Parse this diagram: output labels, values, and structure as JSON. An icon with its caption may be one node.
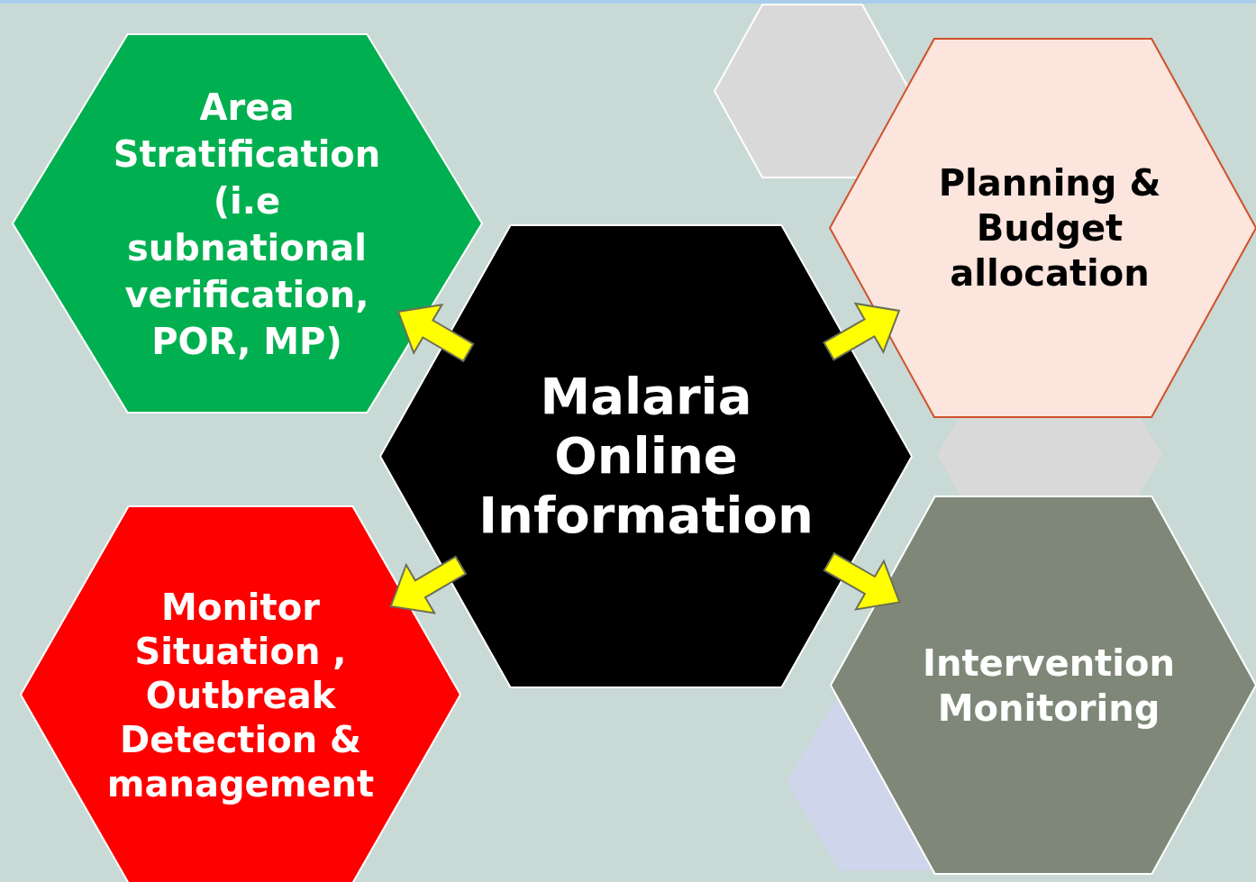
{
  "diagram": {
    "nodes": [
      {
        "text": [
          "Malaria Online Information"
        ]
      },
      {
        "text": [
          "Area Stratification (i.e subnational verification, POR, MP)"
        ]
      },
      {
        "text": [
          "Planning & Budget allocation"
        ]
      },
      {
        "text": [
          "Monitor Situation , Outbreak Detection & management"
        ]
      },
      {
        "text": [
          "Intervention Monitoring"
        ]
      },
      {
        "text": [],
        "shape": "hexagon"
      },
      {
        "text": [],
        "shape": "hexagon"
      },
      {
        "text": [],
        "shape": "hexagon"
      }
    ],
    "edges": [
      {
        "from": 0,
        "to": 1,
        "arrow": "to"
      },
      {
        "from": 0,
        "to": 2,
        "arrow": "to"
      },
      {
        "from": 0,
        "to": 3,
        "arrow": "to"
      },
      {
        "from": 0,
        "to": 4,
        "arrow": "to"
      }
    ]
  }
}
